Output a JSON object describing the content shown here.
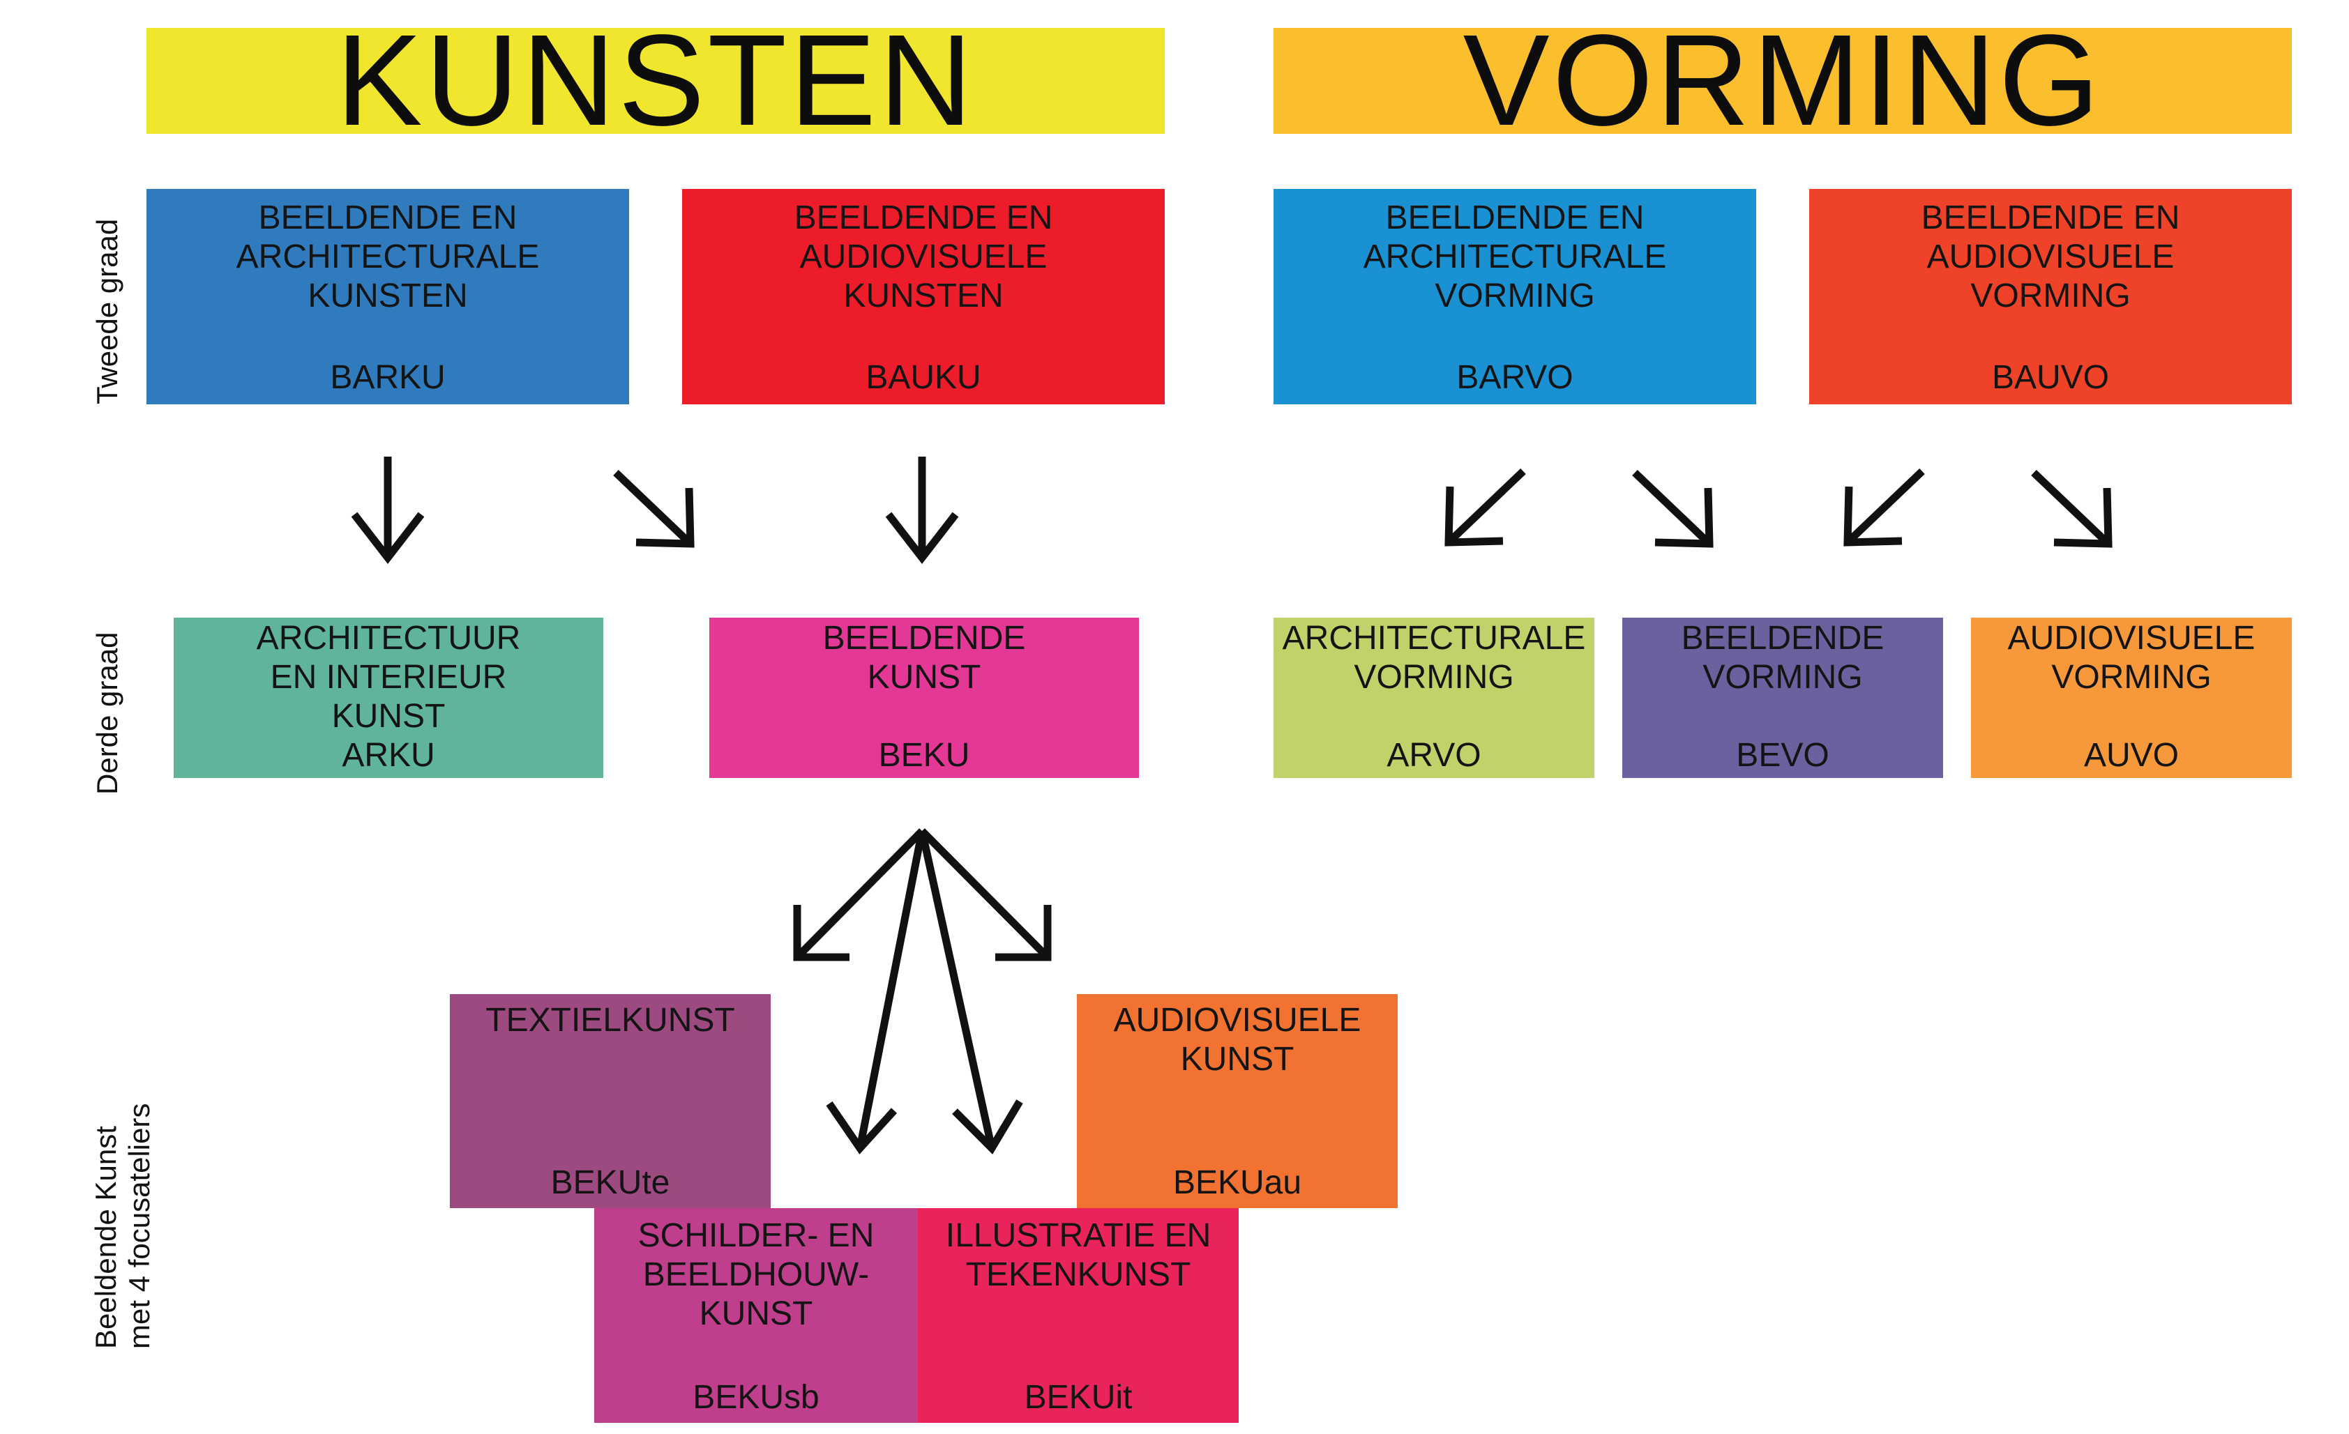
{
  "headers": {
    "kunsten": {
      "label": "KUNSTEN",
      "color": "#f0e62e"
    },
    "vorming": {
      "label": "VORMING",
      "color": "#fbbf2e"
    }
  },
  "side_labels": {
    "tweede": "Tweede graad",
    "derde": "Derde graad",
    "beeldende": "Beeldende Kunst\nmet 4 focusateliers"
  },
  "boxes": {
    "barku": {
      "title": "BEELDENDE EN\nARCHITECTURALE\nKUNSTEN",
      "code": "BARKU",
      "color": "#2f7bbd"
    },
    "bauku": {
      "title": "BEELDENDE EN\nAUDIOVISUELE\nKUNSTEN",
      "code": "BAUKU",
      "color": "#ec1c2a"
    },
    "barvo": {
      "title": "BEELDENDE EN\nARCHITECTURALE\nVORMING",
      "code": "BARVO",
      "color": "#1991d2"
    },
    "bauvo": {
      "title": "BEELDENDE EN\nAUDIOVISUELE\nVORMING",
      "code": "BAUVO",
      "color": "#ee4328"
    },
    "arku": {
      "title": "ARCHITECTUUR\nEN INTERIEUR\nKUNST",
      "code": "ARKU",
      "color": "#5fb49b"
    },
    "beku": {
      "title": "BEELDENDE\nKUNST",
      "code": "BEKU",
      "color": "#e43896"
    },
    "arvo": {
      "title": "ARCHITECTURALE\nVORMING",
      "code": "ARVO",
      "color": "#c2d26a"
    },
    "bevo": {
      "title": "BEELDENDE\nVORMING",
      "code": "BEVO",
      "color": "#6a629e"
    },
    "auvo": {
      "title": "AUDIOVISUELE\nVORMING",
      "code": "AUVO",
      "color": "#f7993b"
    },
    "bekute": {
      "title": "TEXTIELKUNST",
      "code": "BEKUte",
      "color": "#9c4a80"
    },
    "bekuau": {
      "title": "AUDIOVISUELE\nKUNST",
      "code": "BEKUau",
      "color": "#f17231"
    },
    "bekusb": {
      "title": "SCHILDER- EN\nBEELDHOUW-\nKUNST",
      "code": "BEKUsb",
      "color": "#bf3f8c"
    },
    "bekuit": {
      "title": "ILLUSTRATIE EN\nTEKENKUNST",
      "code": "BEKUit",
      "color": "#e9245a"
    }
  }
}
